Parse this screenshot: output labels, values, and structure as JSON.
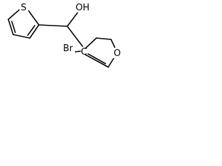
{
  "molecule": {
    "atoms": {
      "sulfur": "S",
      "hydroxyl": "OH",
      "bromine": "Br",
      "stereocenter_carbon": "C",
      "furan_oxygen": "O"
    }
  }
}
